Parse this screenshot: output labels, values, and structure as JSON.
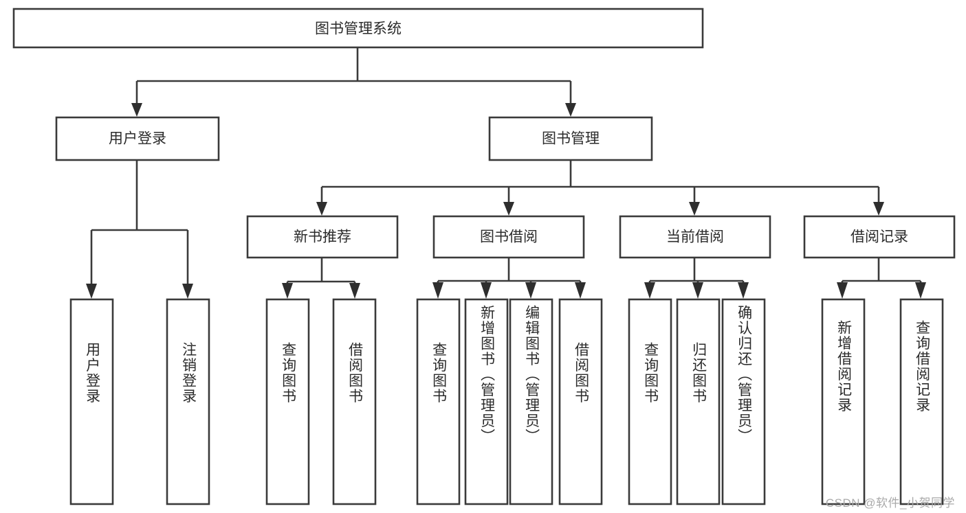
{
  "diagram": {
    "title": "图书管理系统",
    "type": "hierarchy-tree",
    "watermark": "CSDN @软件_小贺同学",
    "colors": {
      "box_fill": "#ffffff",
      "box_stroke": "#3a3a3a",
      "connector": "#3a3a3a",
      "text": "#2b2b2b",
      "watermark": "#a9a9a9",
      "background": "#ffffff"
    },
    "levels": {
      "root": {
        "label": "图书管理系统"
      },
      "level2": [
        {
          "id": "user-login",
          "label": "用户登录"
        },
        {
          "id": "book-management",
          "label": "图书管理"
        }
      ],
      "level3": [
        {
          "id": "new-book-recommend",
          "label": "新书推荐",
          "parent": "book-management"
        },
        {
          "id": "book-borrow",
          "label": "图书借阅",
          "parent": "book-management"
        },
        {
          "id": "current-borrow",
          "label": "当前借阅",
          "parent": "book-management"
        },
        {
          "id": "borrow-record",
          "label": "借阅记录",
          "parent": "book-management"
        }
      ],
      "leaves": [
        {
          "id": "leaf-user-login",
          "label": "用户登录",
          "parent": "user-login"
        },
        {
          "id": "leaf-logout-login",
          "label": "注销登录",
          "parent": "user-login"
        },
        {
          "id": "leaf-query-book-1",
          "label": "查询图书",
          "parent": "new-book-recommend"
        },
        {
          "id": "leaf-borrow-book-1",
          "label": "借阅图书",
          "parent": "new-book-recommend"
        },
        {
          "id": "leaf-query-book-2",
          "label": "查询图书",
          "parent": "book-borrow"
        },
        {
          "id": "leaf-add-book",
          "label": "新增图书（管理员）",
          "parent": "book-borrow"
        },
        {
          "id": "leaf-edit-book",
          "label": "编辑图书（管理员）",
          "parent": "book-borrow"
        },
        {
          "id": "leaf-borrow-book-2",
          "label": "借阅图书",
          "parent": "book-borrow"
        },
        {
          "id": "leaf-query-book-3",
          "label": "查询图书",
          "parent": "current-borrow"
        },
        {
          "id": "leaf-return-book",
          "label": "归还图书",
          "parent": "current-borrow"
        },
        {
          "id": "leaf-confirm-return",
          "label": "确认归还（管理员）",
          "parent": "current-borrow"
        },
        {
          "id": "leaf-add-record",
          "label": "新增借阅记录",
          "parent": "borrow-record"
        },
        {
          "id": "leaf-query-record",
          "label": "查询借阅记录",
          "parent": "borrow-record"
        }
      ]
    }
  }
}
